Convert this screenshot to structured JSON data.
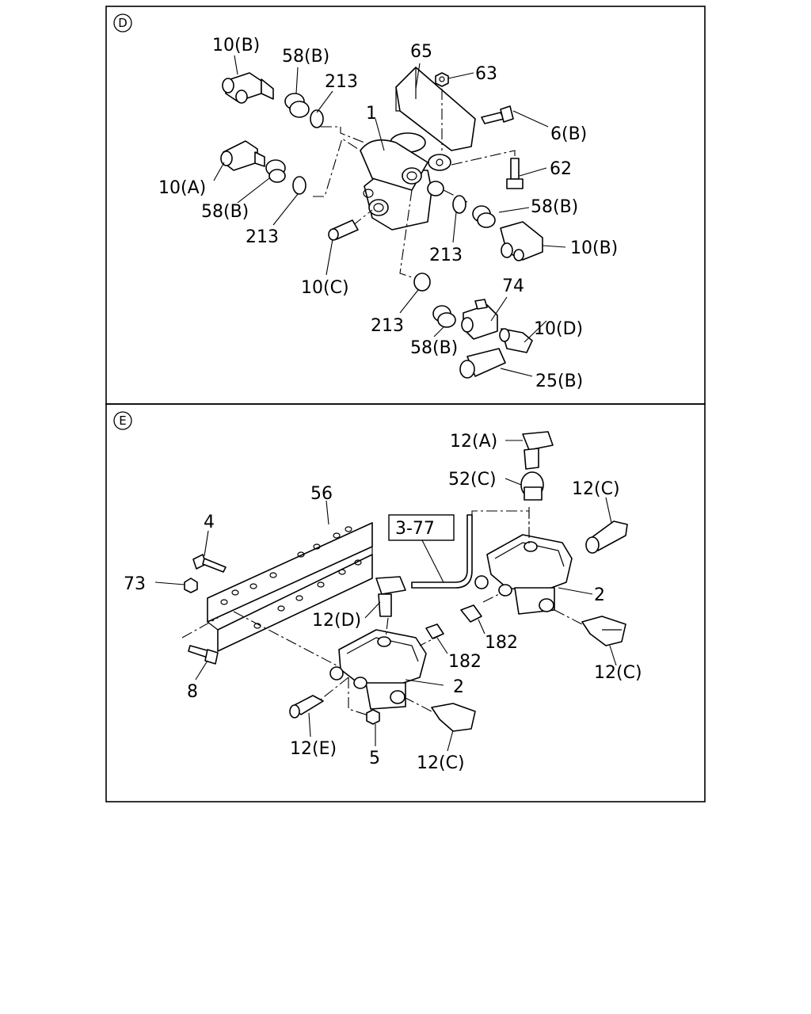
{
  "panels": {
    "D": {
      "letter": "D",
      "labels": {
        "l_10b_top": "10(B)",
        "l_58b_top": "58(B)",
        "l_213_top": "213",
        "l_1": "1",
        "l_65": "65",
        "l_63": "63",
        "l_6b": "6(B)",
        "l_62": "62",
        "l_10a": "10(A)",
        "l_58b_left": "58(B)",
        "l_213_left": "213",
        "l_58b_right": "58(B)",
        "l_10b_right": "10(B)",
        "l_213_right": "213",
        "l_10c": "10(C)",
        "l_74": "74",
        "l_10d": "10(D)",
        "l_213_bottom": "213",
        "l_58b_bottom": "58(B)",
        "l_25b": "25(B)"
      }
    },
    "E": {
      "letter": "E",
      "labels": {
        "l_12a": "12(A)",
        "l_52c": "52(C)",
        "l_12c_top": "12(C)",
        "l_56": "56",
        "l_4": "4",
        "l_ref": "3-77",
        "l_73": "73",
        "l_2_right": "2",
        "l_12d": "12(D)",
        "l_182_right": "182",
        "l_182_mid": "182",
        "l_12c_right": "12(C)",
        "l_8": "8",
        "l_2_left": "2",
        "l_12e": "12(E)",
        "l_5": "5",
        "l_12c_bottom": "12(C)"
      }
    }
  }
}
